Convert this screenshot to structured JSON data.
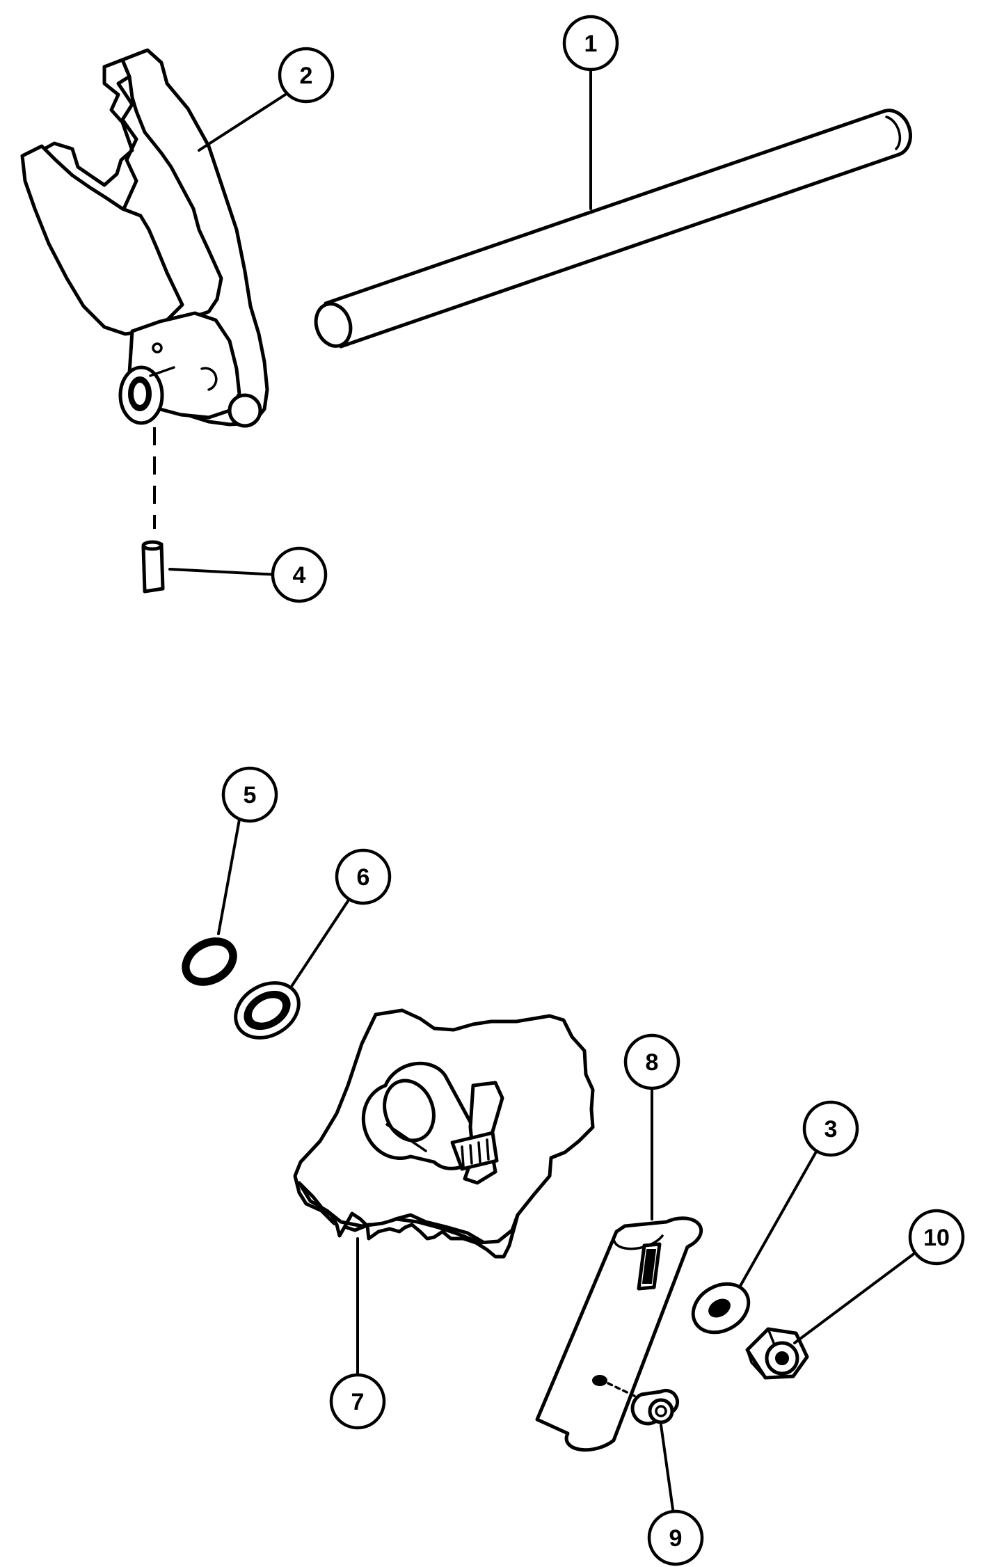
{
  "callouts": [
    {
      "id": "1",
      "label": "1"
    },
    {
      "id": "2",
      "label": "2"
    },
    {
      "id": "3",
      "label": "3"
    },
    {
      "id": "4",
      "label": "4"
    },
    {
      "id": "5",
      "label": "5"
    },
    {
      "id": "6",
      "label": "6"
    },
    {
      "id": "7",
      "label": "7"
    },
    {
      "id": "8",
      "label": "8"
    },
    {
      "id": "9",
      "label": "9"
    },
    {
      "id": "10",
      "label": "10"
    }
  ],
  "colors": {
    "ink": "#000000",
    "paper": "#ffffff"
  }
}
